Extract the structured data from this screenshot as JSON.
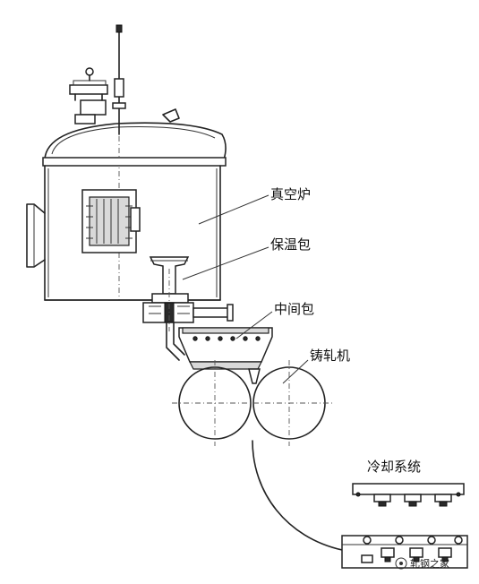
{
  "labels": {
    "vacuum_furnace": "真空炉",
    "holding_ladle": "保温包",
    "tundish": "中间包",
    "caster": "铸轧机",
    "cooling_system": "冷却系统"
  },
  "watermark": {
    "text": "轧钢之家"
  },
  "colors": {
    "line": "#222222",
    "background": "#ffffff"
  }
}
